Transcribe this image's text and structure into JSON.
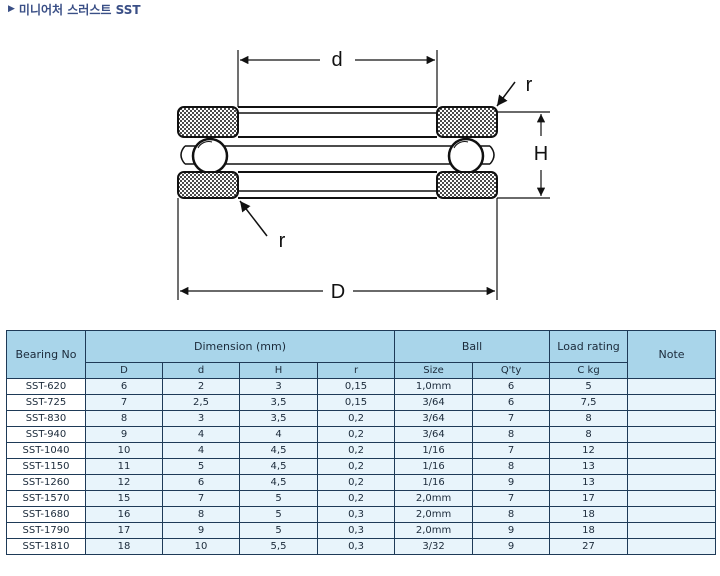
{
  "page": {
    "title": "미니어처 스러스트 SST"
  },
  "diagram": {
    "label_d": "d",
    "label_D": "D",
    "label_H": "H",
    "label_r_top": "r",
    "label_r_bottom": "r"
  },
  "table": {
    "header": {
      "bearing_no": "Bearing No",
      "dimension": "Dimension (mm)",
      "ball": "Ball",
      "load_rating": "Load rating",
      "note": "Note",
      "sub": [
        "D",
        "d",
        "H",
        "r",
        "Size",
        "Q'ty",
        "C kg"
      ]
    },
    "rows": [
      {
        "no": "SST-620",
        "D": "6",
        "d": "2",
        "H": "3",
        "r": "0,15",
        "size": "1,0mm",
        "qty": "6",
        "c": "5",
        "note": ""
      },
      {
        "no": "SST-725",
        "D": "7",
        "d": "2,5",
        "H": "3,5",
        "r": "0,15",
        "size": "3/64",
        "qty": "6",
        "c": "7,5",
        "note": ""
      },
      {
        "no": "SST-830",
        "D": "8",
        "d": "3",
        "H": "3,5",
        "r": "0,2",
        "size": "3/64",
        "qty": "7",
        "c": "8",
        "note": ""
      },
      {
        "no": "SST-940",
        "D": "9",
        "d": "4",
        "H": "4",
        "r": "0,2",
        "size": "3/64",
        "qty": "8",
        "c": "8",
        "note": ""
      },
      {
        "no": "SST-1040",
        "D": "10",
        "d": "4",
        "H": "4,5",
        "r": "0,2",
        "size": "1/16",
        "qty": "7",
        "c": "12",
        "note": ""
      },
      {
        "no": "SST-1150",
        "D": "11",
        "d": "5",
        "H": "4,5",
        "r": "0,2",
        "size": "1/16",
        "qty": "8",
        "c": "13",
        "note": ""
      },
      {
        "no": "SST-1260",
        "D": "12",
        "d": "6",
        "H": "4,5",
        "r": "0,2",
        "size": "1/16",
        "qty": "9",
        "c": "13",
        "note": ""
      },
      {
        "no": "SST-1570",
        "D": "15",
        "d": "7",
        "H": "5",
        "r": "0,2",
        "size": "2,0mm",
        "qty": "7",
        "c": "17",
        "note": ""
      },
      {
        "no": "SST-1680",
        "D": "16",
        "d": "8",
        "H": "5",
        "r": "0,3",
        "size": "2,0mm",
        "qty": "8",
        "c": "18",
        "note": ""
      },
      {
        "no": "SST-1790",
        "D": "17",
        "d": "9",
        "H": "5",
        "r": "0,3",
        "size": "2,0mm",
        "qty": "9",
        "c": "18",
        "note": ""
      },
      {
        "no": "SST-1810",
        "D": "18",
        "d": "10",
        "H": "5,5",
        "r": "0,3",
        "size": "3/32",
        "qty": "9",
        "c": "27",
        "note": ""
      }
    ]
  }
}
